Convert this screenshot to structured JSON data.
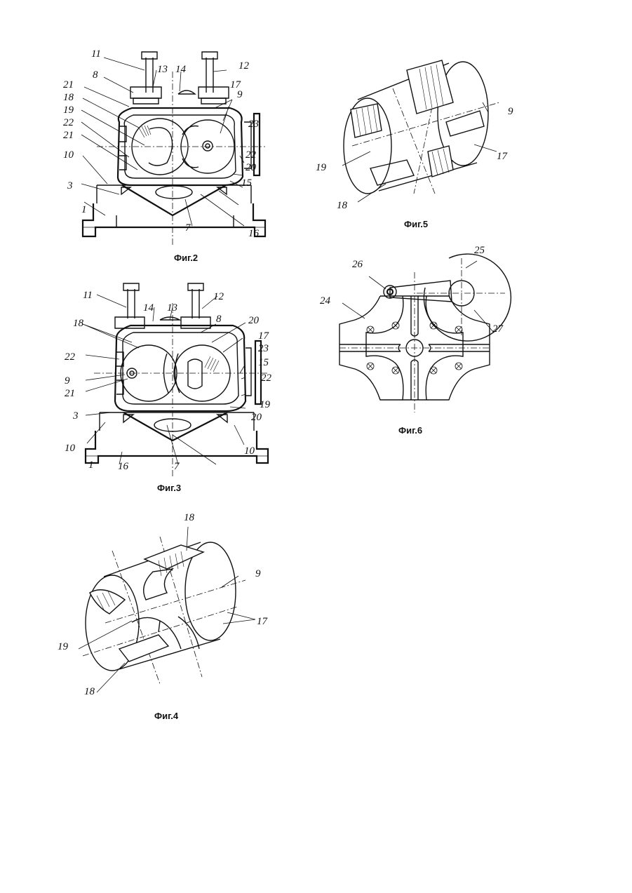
{
  "figures": {
    "fig2": {
      "caption": "Фиг.2",
      "labels": {
        "l11": "11",
        "l12": "12",
        "l8": "8",
        "l13": "13",
        "l14": "14",
        "l17": "17",
        "l9": "9",
        "l21a": "21",
        "l18": "18",
        "l19": "19",
        "l22a": "22",
        "l21b": "21",
        "l10": "10",
        "l3": "3",
        "l1": "1",
        "l23": "23",
        "l22b": "22",
        "l20": "20",
        "l15": "15",
        "l7": "7",
        "l16": "16"
      }
    },
    "fig3": {
      "caption": "Фиг.3",
      "labels": {
        "l11": "11",
        "l14": "14",
        "l13": "13",
        "l12": "12",
        "l8": "8",
        "l18": "18",
        "l20a": "20",
        "l17": "17",
        "l23": "23",
        "l22a": "22",
        "l15": "15",
        "l9": "9",
        "l21": "21",
        "l22b": "22",
        "l19": "19",
        "l3": "3",
        "l20b": "20",
        "l10a": "10",
        "l10b": "10",
        "l1": "1",
        "l16": "16",
        "l7": "7"
      }
    },
    "fig4": {
      "caption": "Фиг.4",
      "labels": {
        "l18a": "18",
        "l9": "9",
        "l17": "17",
        "l19": "19",
        "l18b": "18"
      }
    },
    "fig5": {
      "caption": "Фиг.5",
      "labels": {
        "l9": "9",
        "l17": "17",
        "l19": "19",
        "l18": "18"
      }
    },
    "fig6": {
      "caption": "Фиг.6",
      "labels": {
        "l26": "26",
        "l25": "25",
        "l24": "24",
        "l27": "27"
      }
    }
  }
}
